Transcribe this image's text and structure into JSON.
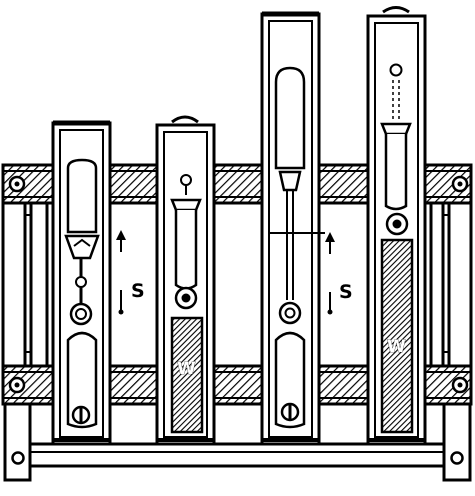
{
  "labels": {
    "s_left": "S",
    "s_right": "S",
    "w_left": "W",
    "w_right": "W"
  },
  "colors": {
    "ink": "#000000",
    "paper": "#ffffff"
  },
  "icons": {
    "up_arrow": "up-arrow-icon",
    "down_arrow": "down-arrow-icon"
  }
}
